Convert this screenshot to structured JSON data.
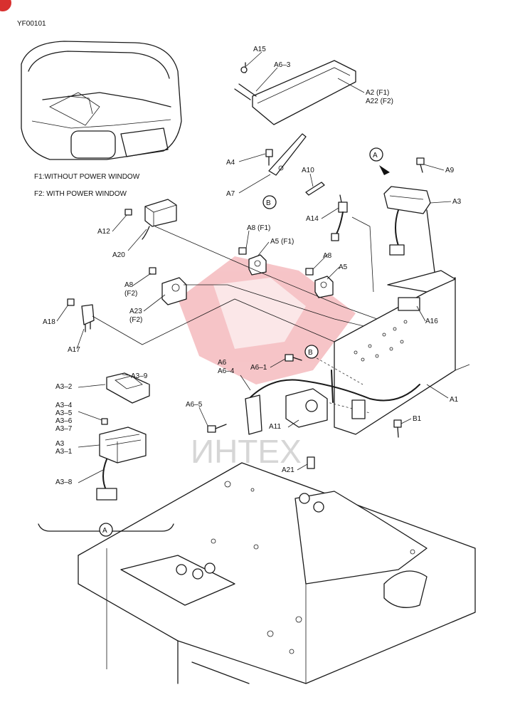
{
  "code": "YF00101",
  "notes": [
    "F1:WITHOUT POWER WINDOW",
    "F2: WITH POWER WINDOW"
  ],
  "labels": {
    "A15": "A15",
    "A6_3": "A6–3",
    "A2": "A2 (F1)",
    "A22": "A22 (F2)",
    "A4": "A4",
    "A7": "A7",
    "B_top": "B",
    "A10": "A10",
    "A_circle_top": "A",
    "A9": "A9",
    "A3_top": "A3",
    "A14": "A14",
    "A12": "A12",
    "A20": "A20",
    "A8F1": "A8 (F1)",
    "A5F1": "A5 (F1)",
    "A8": "A8",
    "A5": "A5",
    "A8F2": "A8",
    "F2a": "(F2)",
    "A23": "A23",
    "F2b": "(F2)",
    "A18": "A18",
    "A17": "A17",
    "A16": "A16",
    "A6": "A6",
    "A6_4": "A6–4",
    "A6_1": "A6–1",
    "B_mid": "B",
    "A1": "A1",
    "A3_2": "A3–2",
    "A3_9": "A3–9",
    "A3_4": "A3–4",
    "A3_5": "A3–5",
    "A3_6": "A3–6",
    "A3_7": "A3–7",
    "A3": "A3",
    "A3_1": "A3–1",
    "A3_8": "A3–8",
    "A6_5": "A6–5",
    "A11": "A11",
    "B1": "B1",
    "A21": "A21",
    "A_circle_bottom": "A"
  },
  "watermark": "ИНТЕХ"
}
